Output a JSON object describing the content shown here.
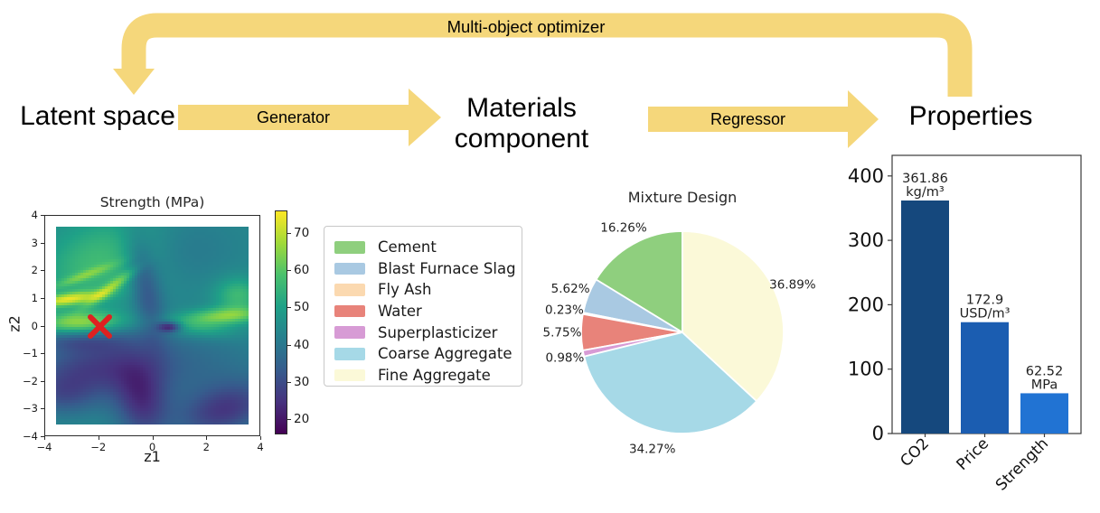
{
  "flow": {
    "feedback_label": "Multi-object optimizer",
    "node_latent": "Latent space",
    "node_materials": [
      "Materials",
      "component"
    ],
    "node_properties": "Properties",
    "arrow_generator": "Generator",
    "arrow_regressor": "Regressor",
    "arrow_color": "#f5d77b"
  },
  "colors": {
    "background": "#ffffff",
    "text": "#1a1a1a",
    "marker_red": "#de2121",
    "viridis": [
      "#440154",
      "#46327e",
      "#365c8d",
      "#277f8e",
      "#1fa187",
      "#4ac16d",
      "#a0da39",
      "#fde725"
    ]
  },
  "chart_data": [
    {
      "type": "heatmap",
      "title": "Strength (MPa)",
      "xlabel": "z1",
      "ylabel": "z2",
      "xlim": [
        -4,
        4
      ],
      "ylim": [
        -4,
        4
      ],
      "xticks": [
        -4,
        -2,
        0,
        2,
        4
      ],
      "yticks": [
        -4,
        -3,
        -2,
        -1,
        0,
        1,
        2,
        3,
        4
      ],
      "extent": [
        -3.55,
        3.55,
        -3.55,
        3.55
      ],
      "colormap": "viridis",
      "vmin": 16,
      "vmax": 76,
      "colorbar_ticks": [
        20,
        30,
        40,
        50,
        60,
        70
      ],
      "marker": {
        "x": -2,
        "y": 0,
        "style": "x",
        "color": "#de2121"
      },
      "base_value": 44,
      "features": [
        {
          "x": -2.0,
          "y": 2.3,
          "sx": 1.6,
          "sy": 1.1,
          "rot": 25,
          "amp": 13
        },
        {
          "x": -3.2,
          "y": 0.95,
          "sx": 0.9,
          "sy": 0.16,
          "rot": 8,
          "amp": 24
        },
        {
          "x": -2.7,
          "y": 0.1,
          "sx": 1.1,
          "sy": 0.28,
          "rot": 2,
          "amp": 21
        },
        {
          "x": -1.6,
          "y": 1.35,
          "sx": 0.8,
          "sy": 0.14,
          "rot": 35,
          "amp": 15
        },
        {
          "x": -2.6,
          "y": 1.8,
          "sx": 0.9,
          "sy": 0.12,
          "rot": 20,
          "amp": 10
        },
        {
          "x": 2.7,
          "y": 0.35,
          "sx": 1.1,
          "sy": 0.22,
          "rot": 3,
          "amp": 20
        },
        {
          "x": 3.2,
          "y": 1.1,
          "sx": 0.6,
          "sy": 0.45,
          "rot": 0,
          "amp": 13
        },
        {
          "x": 1.8,
          "y": -0.1,
          "sx": 1.0,
          "sy": 0.25,
          "rot": -4,
          "amp": 10
        },
        {
          "x": -2.4,
          "y": -1.6,
          "sx": 1.7,
          "sy": 0.75,
          "rot": 8,
          "amp": -15
        },
        {
          "x": -3.3,
          "y": -2.6,
          "sx": 0.9,
          "sy": 0.5,
          "rot": 0,
          "amp": -8
        },
        {
          "x": -0.4,
          "y": -2.8,
          "sx": 0.7,
          "sy": 1.0,
          "rot": 10,
          "amp": -17
        },
        {
          "x": 2.7,
          "y": -3.1,
          "sx": 1.3,
          "sy": 0.65,
          "rot": 15,
          "amp": -17
        },
        {
          "x": -0.25,
          "y": 1.4,
          "sx": 0.4,
          "sy": 1.3,
          "rot": 12,
          "amp": -13
        },
        {
          "x": 0.65,
          "y": -0.05,
          "sx": 0.3,
          "sy": 0.13,
          "rot": 0,
          "amp": -22
        },
        {
          "x": -2.8,
          "y": -0.55,
          "sx": 1.3,
          "sy": 0.3,
          "rot": 0,
          "amp": -9
        },
        {
          "x": 1.2,
          "y": -1.5,
          "sx": 2.2,
          "sy": 1.0,
          "rot": 0,
          "amp": -7
        },
        {
          "x": 1.2,
          "y": 2.8,
          "sx": 1.4,
          "sy": 0.9,
          "rot": 0,
          "amp": -4
        }
      ]
    },
    {
      "type": "pie",
      "title": "Mixture Design",
      "labels": [
        "Cement",
        "Blast Furnace Slag",
        "Fly Ash",
        "Water",
        "Superplasticizer",
        "Coarse Aggregate",
        "Fine Aggregate"
      ],
      "values": [
        16.26,
        5.62,
        0.23,
        5.75,
        0.98,
        34.27,
        36.89
      ],
      "pct_labels": [
        "16.26%",
        "5.62%",
        "0.23%",
        "5.75%",
        "0.98%",
        "34.27%",
        "36.89%"
      ],
      "colors": [
        "#8fcf7e",
        "#a9c9e2",
        "#fbd9b0",
        "#e8837a",
        "#d79bd5",
        "#a6d9e7",
        "#fbf9d8"
      ],
      "start_angle": 90,
      "counterclock": true,
      "legend_position": "left"
    },
    {
      "type": "bar",
      "categories": [
        "CO2",
        "Price",
        "Strength"
      ],
      "values": [
        361.86,
        172.9,
        62.52
      ],
      "bar_labels": [
        [
          "361.86",
          "kg/m³"
        ],
        [
          "172.9",
          "USD/m³"
        ],
        [
          "62.52",
          "MPa"
        ]
      ],
      "colors": [
        "#15487d",
        "#1b5db1",
        "#2173d3"
      ],
      "yticks": [
        0,
        100,
        200,
        300,
        400
      ],
      "ylim": [
        0,
        432
      ],
      "grid": false
    }
  ]
}
